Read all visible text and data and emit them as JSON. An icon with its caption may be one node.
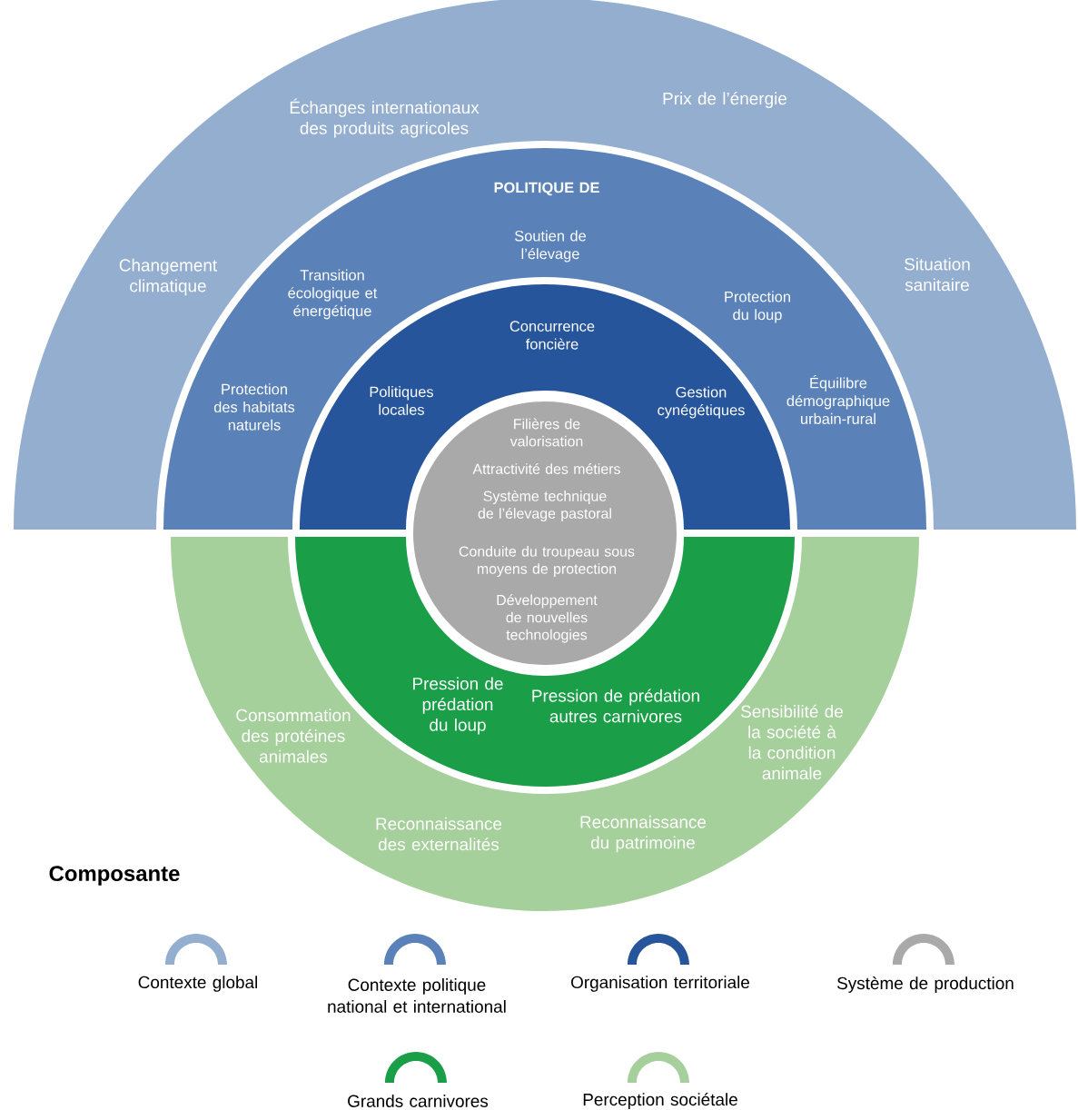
{
  "diagram": {
    "nodes": [
      {
        "text": [
          "Échanges internationaux des produits agricoles",
          "Prix de l’énergie",
          "Changement climatique",
          "Situation sanitaire"
        ]
      },
      {
        "text": [
          "POLITIQUE DE",
          "Soutien de l’élevage",
          "Transition écologique et énergétique",
          "Protection du loup",
          "Protection des habitats naturels",
          "Équilibre démographique urbain-rural"
        ]
      },
      {
        "text": [
          "Concurrence foncière",
          "Politiques locales",
          "Gestion cynégétiques"
        ]
      },
      {
        "text": [
          "Filières de valorisation",
          "Attractivité des métiers",
          "Système technique de l’élevage pastoral",
          "Conduite du troupeau sous moyens de protection",
          "Développement de nouvelles technologies"
        ]
      },
      {
        "text": [
          "Pression de prédation du loup",
          "Pression de prédation autres carnivores"
        ]
      },
      {
        "text": [
          "Consommation des protéines animales",
          "Sensibilité de la société à la condition animale",
          "Reconnaissance des externalités",
          "Reconnaissance du patrimoine"
        ]
      }
    ],
    "labels": [
      "Composante"
    ],
    "legend": [
      {
        "text": "Contexte global",
        "color": "#94aed0"
      },
      {
        "text": "Contexte politique national et international",
        "color": "#5a82b8"
      },
      {
        "text": "Organisation territoriale",
        "color": "#27559b"
      },
      {
        "text": "Système de production",
        "color": "#a9a9a9"
      },
      {
        "text": "Grands carnivores",
        "color": "#1a9e48"
      },
      {
        "text": "Perception sociétale",
        "color": "#a5cf9b"
      }
    ]
  }
}
